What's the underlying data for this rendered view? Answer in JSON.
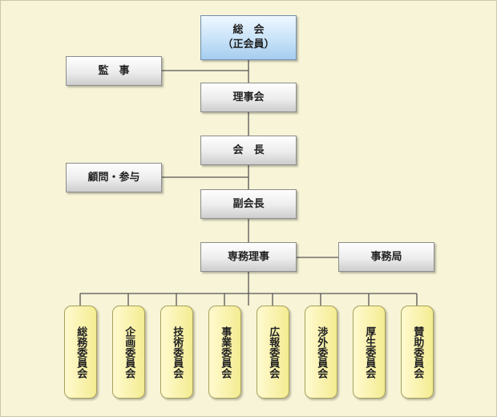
{
  "org_chart": {
    "general_assembly": {
      "title": "総　会",
      "subtitle": "（正会員）"
    },
    "auditor": "監　事",
    "board": "理事会",
    "president": "会　長",
    "advisors": "顧問・参与",
    "vice_president": "副会長",
    "executive_director": "専務理事",
    "secretariat": "事務局",
    "committees": [
      "総務委員会",
      "企画委員会",
      "技術委員会",
      "事業委員会",
      "広報委員会",
      "渉外委員会",
      "厚生委員会",
      "賛助委員会"
    ]
  },
  "colors": {
    "background": "#f7f4d7",
    "connector": "#555555",
    "top_box": "#c7e2f8",
    "committee_box": "#f4ec92"
  }
}
